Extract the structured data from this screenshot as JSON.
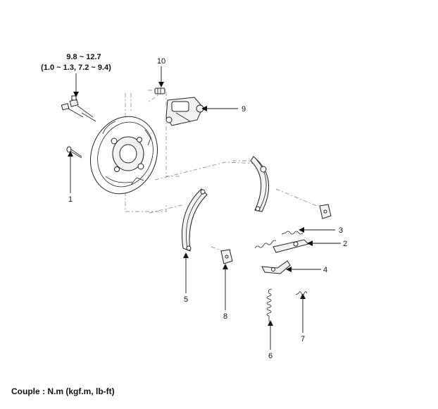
{
  "torque_spec": {
    "line1": "9.8 ~ 12.7",
    "line2": "(1.0 ~ 1.3, 7.2 ~ 9.4)"
  },
  "callouts": [
    "1",
    "2",
    "3",
    "4",
    "5",
    "6",
    "7",
    "8",
    "9",
    "10"
  ],
  "footnote": "Couple : N.m (kgf.m, lb-ft)"
}
